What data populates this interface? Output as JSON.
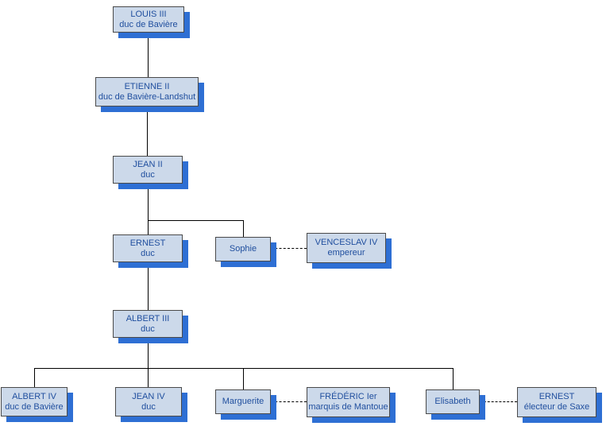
{
  "diagram": {
    "type": "family-tree",
    "nodes": {
      "louis3": {
        "line1": "LOUIS III",
        "line2": "duc de Bavière"
      },
      "etienne2": {
        "line1": "ETIENNE II",
        "line2": "duc de Bavière-Landshut"
      },
      "jean2": {
        "line1": "JEAN II",
        "line2": "duc"
      },
      "ernest": {
        "line1": "ERNEST",
        "line2": "duc"
      },
      "sophie": {
        "line1": "Sophie"
      },
      "venceslav4": {
        "line1": "VENCESLAV IV",
        "line2": "empereur"
      },
      "albert3": {
        "line1": "ALBERT III",
        "line2": "duc"
      },
      "albert4": {
        "line1": "ALBERT IV",
        "line2": "duc de Bavière"
      },
      "jean4": {
        "line1": "JEAN IV",
        "line2": "duc"
      },
      "marguerite": {
        "line1": "Marguerite"
      },
      "frederic": {
        "line1": "FRÉDÉRIC Ier",
        "line2": "marquis de Mantoue"
      },
      "elisabeth": {
        "line1": "Elisabeth"
      },
      "ernest_saxe": {
        "line1": "ERNEST",
        "line2": "électeur de Saxe"
      }
    },
    "edges": [
      {
        "from": "louis3",
        "to": "etienne2",
        "type": "descent"
      },
      {
        "from": "etienne2",
        "to": "jean2",
        "type": "descent"
      },
      {
        "from": "jean2",
        "to": "ernest",
        "type": "descent"
      },
      {
        "from": "jean2",
        "to": "sophie",
        "type": "descent"
      },
      {
        "from": "sophie",
        "to": "venceslav4",
        "type": "marriage"
      },
      {
        "from": "ernest",
        "to": "albert3",
        "type": "descent"
      },
      {
        "from": "albert3",
        "to": "albert4",
        "type": "descent"
      },
      {
        "from": "albert3",
        "to": "jean4",
        "type": "descent"
      },
      {
        "from": "albert3",
        "to": "marguerite",
        "type": "descent"
      },
      {
        "from": "albert3",
        "to": "elisabeth",
        "type": "descent"
      },
      {
        "from": "marguerite",
        "to": "frederic",
        "type": "marriage"
      },
      {
        "from": "elisabeth",
        "to": "ernest_saxe",
        "type": "marriage"
      }
    ],
    "colors": {
      "box_fill": "#ccd9ea",
      "box_border": "#4a4a4a",
      "box_shadow": "#2e6fd4",
      "text": "#1f4e9e",
      "line": "#000000",
      "background": "#ffffff"
    }
  }
}
